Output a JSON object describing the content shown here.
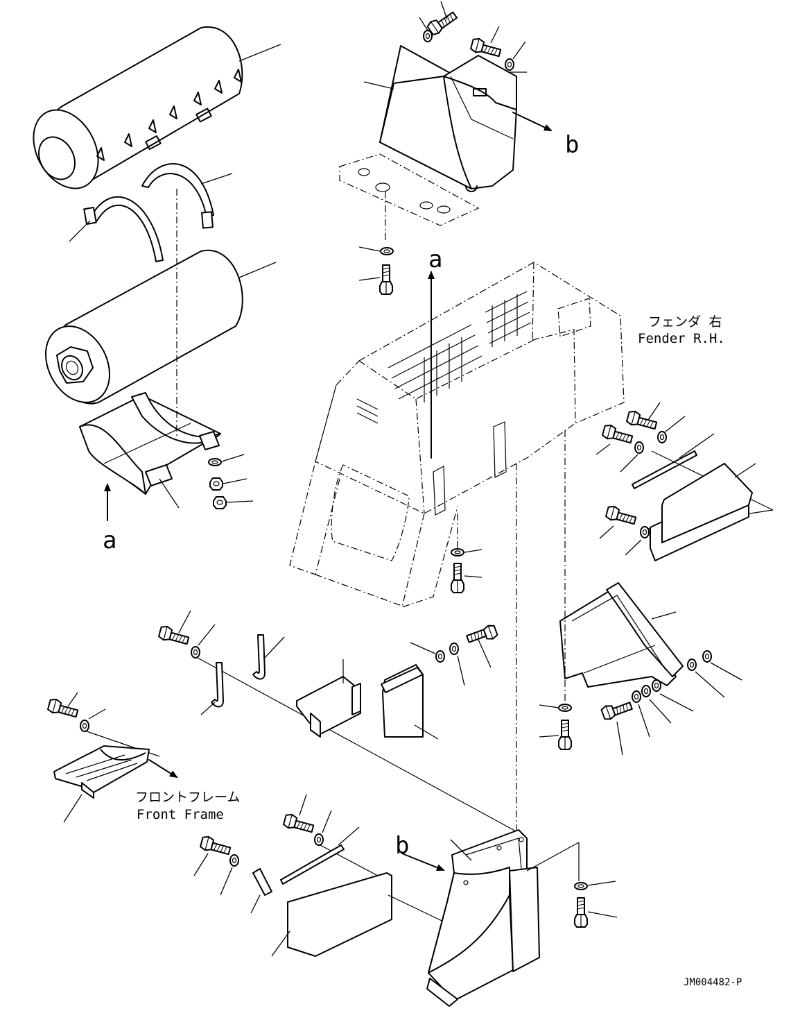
{
  "labels": {
    "arrow_a_top": "a",
    "arrow_a_left": "a",
    "arrow_b_top": "b",
    "arrow_b_bottom": "b",
    "fender_jp": "フェンダ 右",
    "fender_en": "Fender R.H.",
    "front_frame_jp": "フロントフレーム",
    "front_frame_en": "Front Frame",
    "drawing_id": "JM004482-P"
  }
}
